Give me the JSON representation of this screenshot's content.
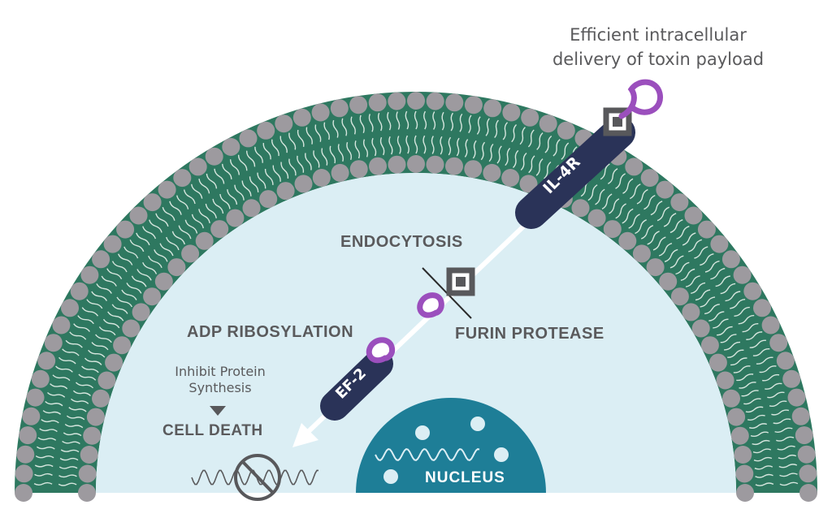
{
  "caption": {
    "line1": "Efficient intracellular",
    "line2": "delivery of toxin payload"
  },
  "labels": {
    "receptor": "IL-4R",
    "endocytosis": "ENDOCYTOSIS",
    "furin": "FURIN PROTEASE",
    "adp": "ADP RIBOSYLATION",
    "ef2": "EF-2",
    "inhibit_line1": "Inhibit Protein",
    "inhibit_line2": "Synthesis",
    "cell_death": "CELL DEATH",
    "nucleus": "NUCLEUS"
  },
  "colors": {
    "membrane_green": "#2e7860",
    "lipid_head": "#9d9a9f",
    "cytoplasm": "#dbeef4",
    "nucleus": "#1e7e97",
    "receptor": "#2a3358",
    "toxin": "#9b4fbd",
    "square": "#58585b",
    "text": "#5a5a5c"
  },
  "icons": [
    "toxin-loop-icon",
    "linker-square-icon",
    "arrow-icon",
    "cut-line-icon",
    "prohibited-icon",
    "down-triangle-icon"
  ]
}
